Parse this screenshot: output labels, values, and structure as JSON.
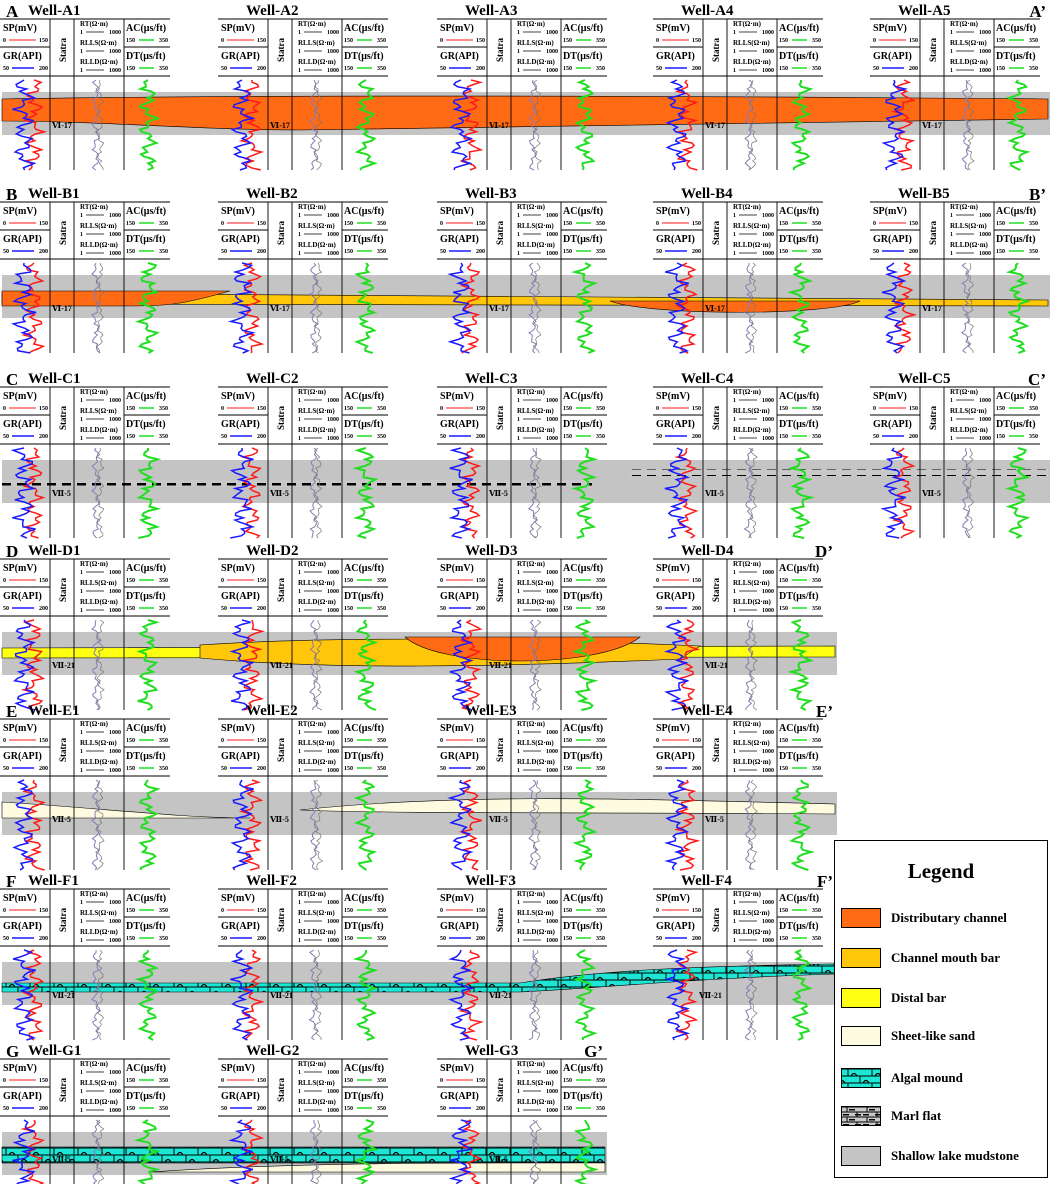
{
  "header_labels": {
    "sp": "SP(mV)",
    "sp_range": [
      "0",
      "150"
    ],
    "gr": "GR(API)",
    "gr_range": [
      "50",
      "200"
    ],
    "strata": "Statra",
    "rt": "RT(Ω·m)",
    "rlls": "RLLS(Ω·m)",
    "rlld": "RLLD(Ω·m)",
    "res_range": [
      "1",
      "1000"
    ],
    "ac": "AC(μs/ft)",
    "dt": "DT(μs/ft)",
    "son_range": [
      "150",
      "350"
    ]
  },
  "colors": {
    "distributary_channel": "#ff6a14",
    "channel_mouth_bar": "#ffc60a",
    "distal_bar": "#ffff14",
    "sheet_like_sand": "#fffbe0",
    "algal_mound": "#1ee6d4",
    "marl_flat": "#c8c8c8",
    "shallow_lake_mudstone": "#c4c4c4",
    "sp_curve": "#ff1a1a",
    "gr_curve": "#1a1aff",
    "res_curve": "#8a7ab8",
    "son_curve": "#22dd22"
  },
  "sections": [
    {
      "id": "A",
      "start_label": "A",
      "end_label": "A’",
      "wells": [
        "Well-A1",
        "Well-A2",
        "Well-A3",
        "Well-A4",
        "Well-A5"
      ],
      "strata_label": "Ⅵ-17",
      "facies": [
        "distributary_channel"
      ]
    },
    {
      "id": "B",
      "start_label": "B",
      "end_label": "B’",
      "wells": [
        "Well-B1",
        "Well-B2",
        "Well-B3",
        "Well-B4",
        "Well-B5"
      ],
      "strata_label": "Ⅵ-17",
      "facies": [
        "distributary_channel",
        "channel_mouth_bar"
      ]
    },
    {
      "id": "C",
      "start_label": "C",
      "end_label": "C’",
      "wells": [
        "Well-C1",
        "Well-C2",
        "Well-C3",
        "Well-C4",
        "Well-C5"
      ],
      "strata_label": "Ⅶ-5",
      "facies": [
        "marl_flat"
      ]
    },
    {
      "id": "D",
      "start_label": "D",
      "end_label": "D’",
      "wells": [
        "Well-D1",
        "Well-D2",
        "Well-D3",
        "Well-D4"
      ],
      "strata_label": "Ⅶ-21",
      "facies": [
        "distal_bar",
        "channel_mouth_bar",
        "distributary_channel"
      ]
    },
    {
      "id": "E",
      "start_label": "E",
      "end_label": "E’",
      "wells": [
        "Well-E1",
        "Well-E2",
        "Well-E3",
        "Well-E4"
      ],
      "strata_label": "Ⅶ-5",
      "facies": [
        "sheet_like_sand"
      ]
    },
    {
      "id": "F",
      "start_label": "F",
      "end_label": "F’",
      "wells": [
        "Well-F1",
        "Well-F2",
        "Well-F3",
        "Well-F4"
      ],
      "strata_label": "Ⅶ-21",
      "facies": [
        "algal_mound"
      ]
    },
    {
      "id": "G",
      "start_label": "G",
      "end_label": "G’",
      "wells": [
        "Well-G1",
        "Well-G2",
        "Well-G3"
      ],
      "strata_label": "Ⅶ-5",
      "facies": [
        "algal_mound",
        "sheet_like_sand"
      ]
    }
  ],
  "legend": {
    "title": "Legend",
    "items": [
      {
        "key": "distributary_channel",
        "label": "Distributary channel"
      },
      {
        "key": "channel_mouth_bar",
        "label": "Channel mouth bar"
      },
      {
        "key": "distal_bar",
        "label": "Distal bar"
      },
      {
        "key": "sheet_like_sand",
        "label": "Sheet-like sand"
      },
      {
        "key": "algal_mound",
        "label": "Algal mound"
      },
      {
        "key": "marl_flat",
        "label": "Marl flat"
      },
      {
        "key": "shallow_lake_mudstone",
        "label": "Shallow lake mudstone"
      }
    ]
  }
}
